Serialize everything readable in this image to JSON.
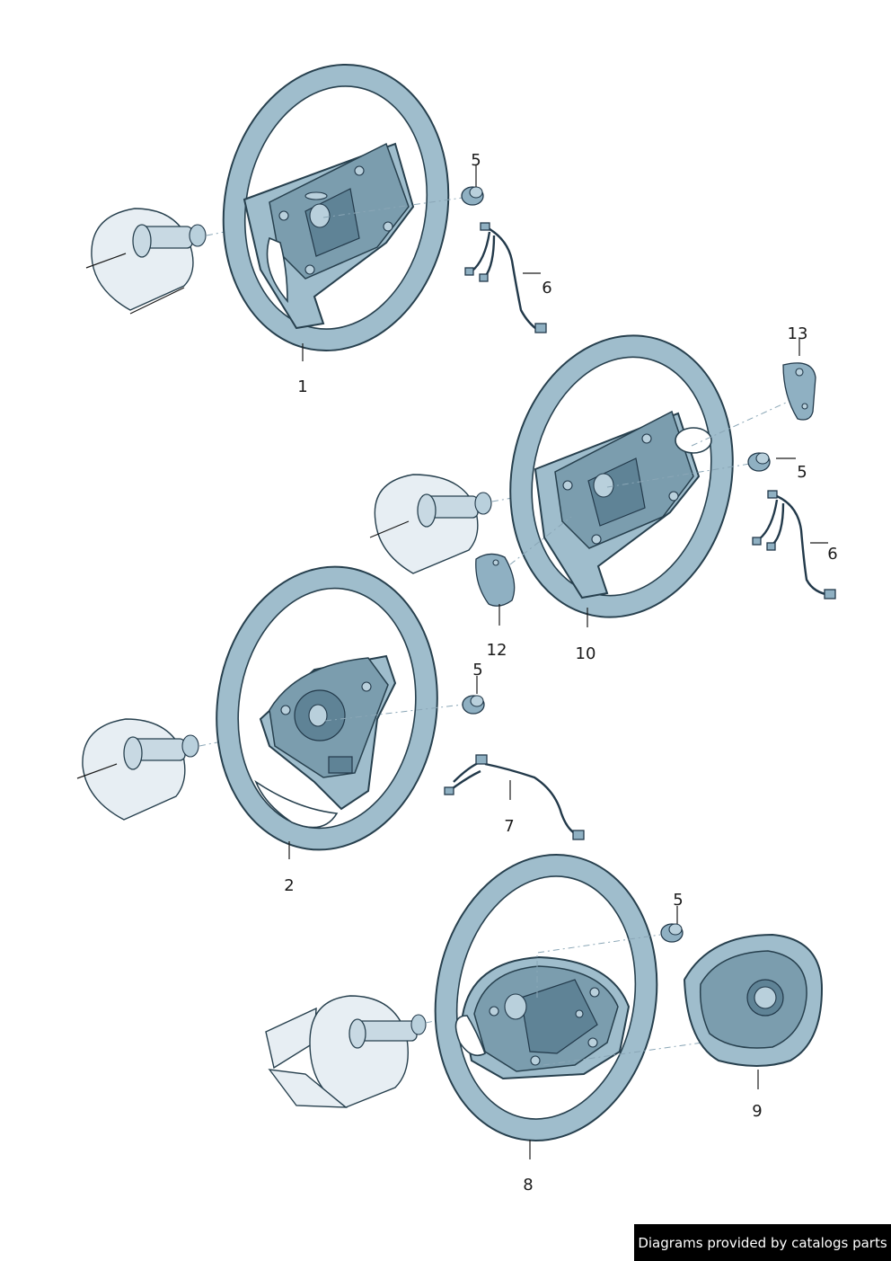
{
  "callouts": {
    "c1": "1",
    "c2": "2",
    "c5a": "5",
    "c5b": "5",
    "c5c": "5",
    "c5d": "5",
    "c6a": "6",
    "c6b": "6",
    "c7": "7",
    "c8": "8",
    "c9": "9",
    "c10": "10",
    "c12": "12",
    "c13": "13"
  },
  "footer": {
    "text": "Diagrams provided by catalogs parts"
  },
  "colors": {
    "rim": "#9fbdcc",
    "outline": "#27404e",
    "footer_bg": "#000000"
  }
}
